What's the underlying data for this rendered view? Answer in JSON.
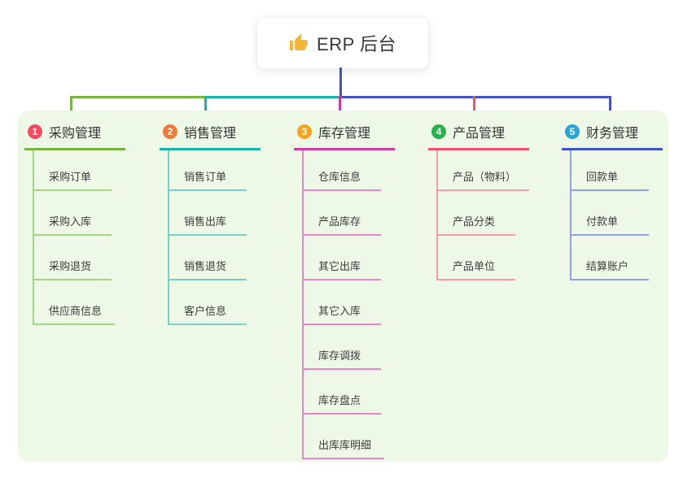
{
  "root": {
    "title": "ERP 后台",
    "icon": "thumbs-up-icon",
    "icon_color": "#f2b736"
  },
  "connector_color": "#4254c5",
  "panel_color": "#edf8e6",
  "branches": [
    {
      "id": "1",
      "label": "采购管理",
      "color": "#77b43f",
      "light_color": "#a8d284",
      "badge_color": "#f34b5f",
      "children": [
        "采购订单",
        "采购入库",
        "采购退货",
        "供应商信息"
      ]
    },
    {
      "id": "2",
      "label": "销售管理",
      "color": "#16b3aa",
      "light_color": "#77cfc8",
      "badge_color": "#f0793a",
      "children": [
        "销售订单",
        "销售出库",
        "销售退货",
        "客户信息"
      ]
    },
    {
      "id": "3",
      "label": "库存管理",
      "color": "#ce3ba3",
      "light_color": "#ec82c7",
      "badge_color": "#f5a41f",
      "children": [
        "仓库信息",
        "产品库存",
        "其它出库",
        "其它入库",
        "库存调拨",
        "库存盘点",
        "出库库明细"
      ]
    },
    {
      "id": "4",
      "label": "产品管理",
      "color": "#f2506a",
      "light_color": "#f79aa4",
      "badge_color": "#27b24c",
      "children": [
        "产品（物料）",
        "产品分类",
        "产品单位"
      ]
    },
    {
      "id": "5",
      "label": "财务管理",
      "color": "#4254c5",
      "light_color": "#8ea1dd",
      "badge_color": "#2ba2d8",
      "children": [
        "回款单",
        "付款单",
        "结算账户"
      ]
    }
  ]
}
